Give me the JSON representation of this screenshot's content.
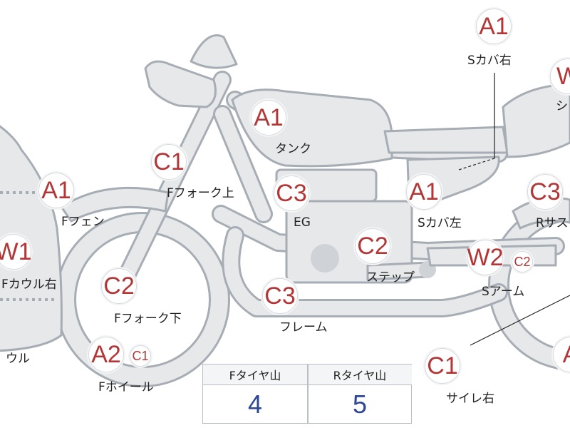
{
  "parts": [
    {
      "id": "s-cover-right",
      "grade": "A1",
      "label": "Sカバ右"
    },
    {
      "id": "seat",
      "grade": "W",
      "label": "シ"
    },
    {
      "id": "tank",
      "grade": "A1",
      "label": "タンク"
    },
    {
      "id": "fork-upper",
      "grade": "C1",
      "label": "Fフォーク上"
    },
    {
      "id": "f-fender",
      "grade": "A1",
      "label": "Fフェン"
    },
    {
      "id": "engine",
      "grade": "C3",
      "label": "EG"
    },
    {
      "id": "s-cover-left",
      "grade": "A1",
      "label": "Sカバ左"
    },
    {
      "id": "r-suspension",
      "grade": "C3",
      "label": "Rサス"
    },
    {
      "id": "f-cowl-right",
      "grade": "W1",
      "label": "Fカウル右"
    },
    {
      "id": "step",
      "grade": "C2",
      "label": "ステップ"
    },
    {
      "id": "s-arm",
      "grade": "W2",
      "grade2": "C2",
      "label": "Sアーム"
    },
    {
      "id": "fork-lower",
      "grade": "C2",
      "label": "Fフォーク下"
    },
    {
      "id": "frame",
      "grade": "C3",
      "label": "フレーム"
    },
    {
      "id": "cowl",
      "label": "ウル"
    },
    {
      "id": "f-wheel",
      "grade": "A2",
      "grade2": "C1",
      "label": "Fホイール"
    },
    {
      "id": "silencer-right",
      "grade": "C1",
      "label": "サイレ右"
    },
    {
      "id": "r-wheel",
      "grade": "A"
    }
  ],
  "tire_table": {
    "front_header": "Fタイヤ山",
    "rear_header": "Rタイヤ山",
    "front_value": "4",
    "rear_value": "5"
  },
  "colors": {
    "grade_text": "#b43535",
    "value_text": "#2c4795",
    "part_fill": "#e6e8ea",
    "part_stroke": "#a7adb4"
  }
}
